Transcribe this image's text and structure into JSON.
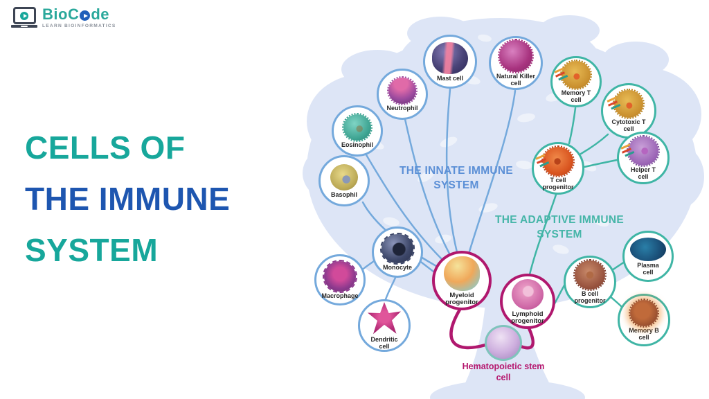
{
  "logo": {
    "brand_prefix": "BioC",
    "brand_suffix": "de",
    "tagline": "LEARN BIOINFORMATICS"
  },
  "title": {
    "line1": "CELLS OF",
    "line2": "THE IMMUNE",
    "line3": "SYSTEM"
  },
  "diagram": {
    "innate_title": "THE INNATE IMMUNE SYSTEM",
    "adaptive_title": "THE ADAPTIVE IMMUNE SYSTEM",
    "nodes": {
      "mast": {
        "label": "Mast cell"
      },
      "nk": {
        "label": "Natural Killer cell"
      },
      "neutrophil": {
        "label": "Neutrophil"
      },
      "eosinophil": {
        "label": "Eosinophil"
      },
      "basophil": {
        "label": "Basophil"
      },
      "memory_t": {
        "label": "Memory T cell"
      },
      "cytotoxic_t": {
        "label": "Cytotoxic T cell"
      },
      "t_progenitor": {
        "label": "T cell progenitor"
      },
      "helper_t": {
        "label": "Helper T cell"
      },
      "monocyte": {
        "label": "Monocyte"
      },
      "macrophage": {
        "label": "Macrophage"
      },
      "dendritic": {
        "label": "Dendritic cell"
      },
      "myeloid": {
        "label": "Myeloid progenitor"
      },
      "lymphoid": {
        "label": "Lymphoid progenitor"
      },
      "b_progenitor": {
        "label": "B cell progenitor"
      },
      "plasma": {
        "label": "Plasma cell"
      },
      "memory_b": {
        "label": "Memory B cell"
      },
      "hsc": {
        "label": "Hematopoietic stem cell"
      }
    }
  },
  "colors": {
    "brand_teal": "#2aa89b",
    "title_teal": "#17a79b",
    "title_blue": "#1e56b0",
    "innate_line": "#74a9dc",
    "adaptive_line": "#3fb5a5",
    "progenitor_ring": "#b0186e",
    "innate_text": "#5b8fd6",
    "adaptive_text": "#45b5a8",
    "tree_silhouette": "#dde5f6"
  }
}
